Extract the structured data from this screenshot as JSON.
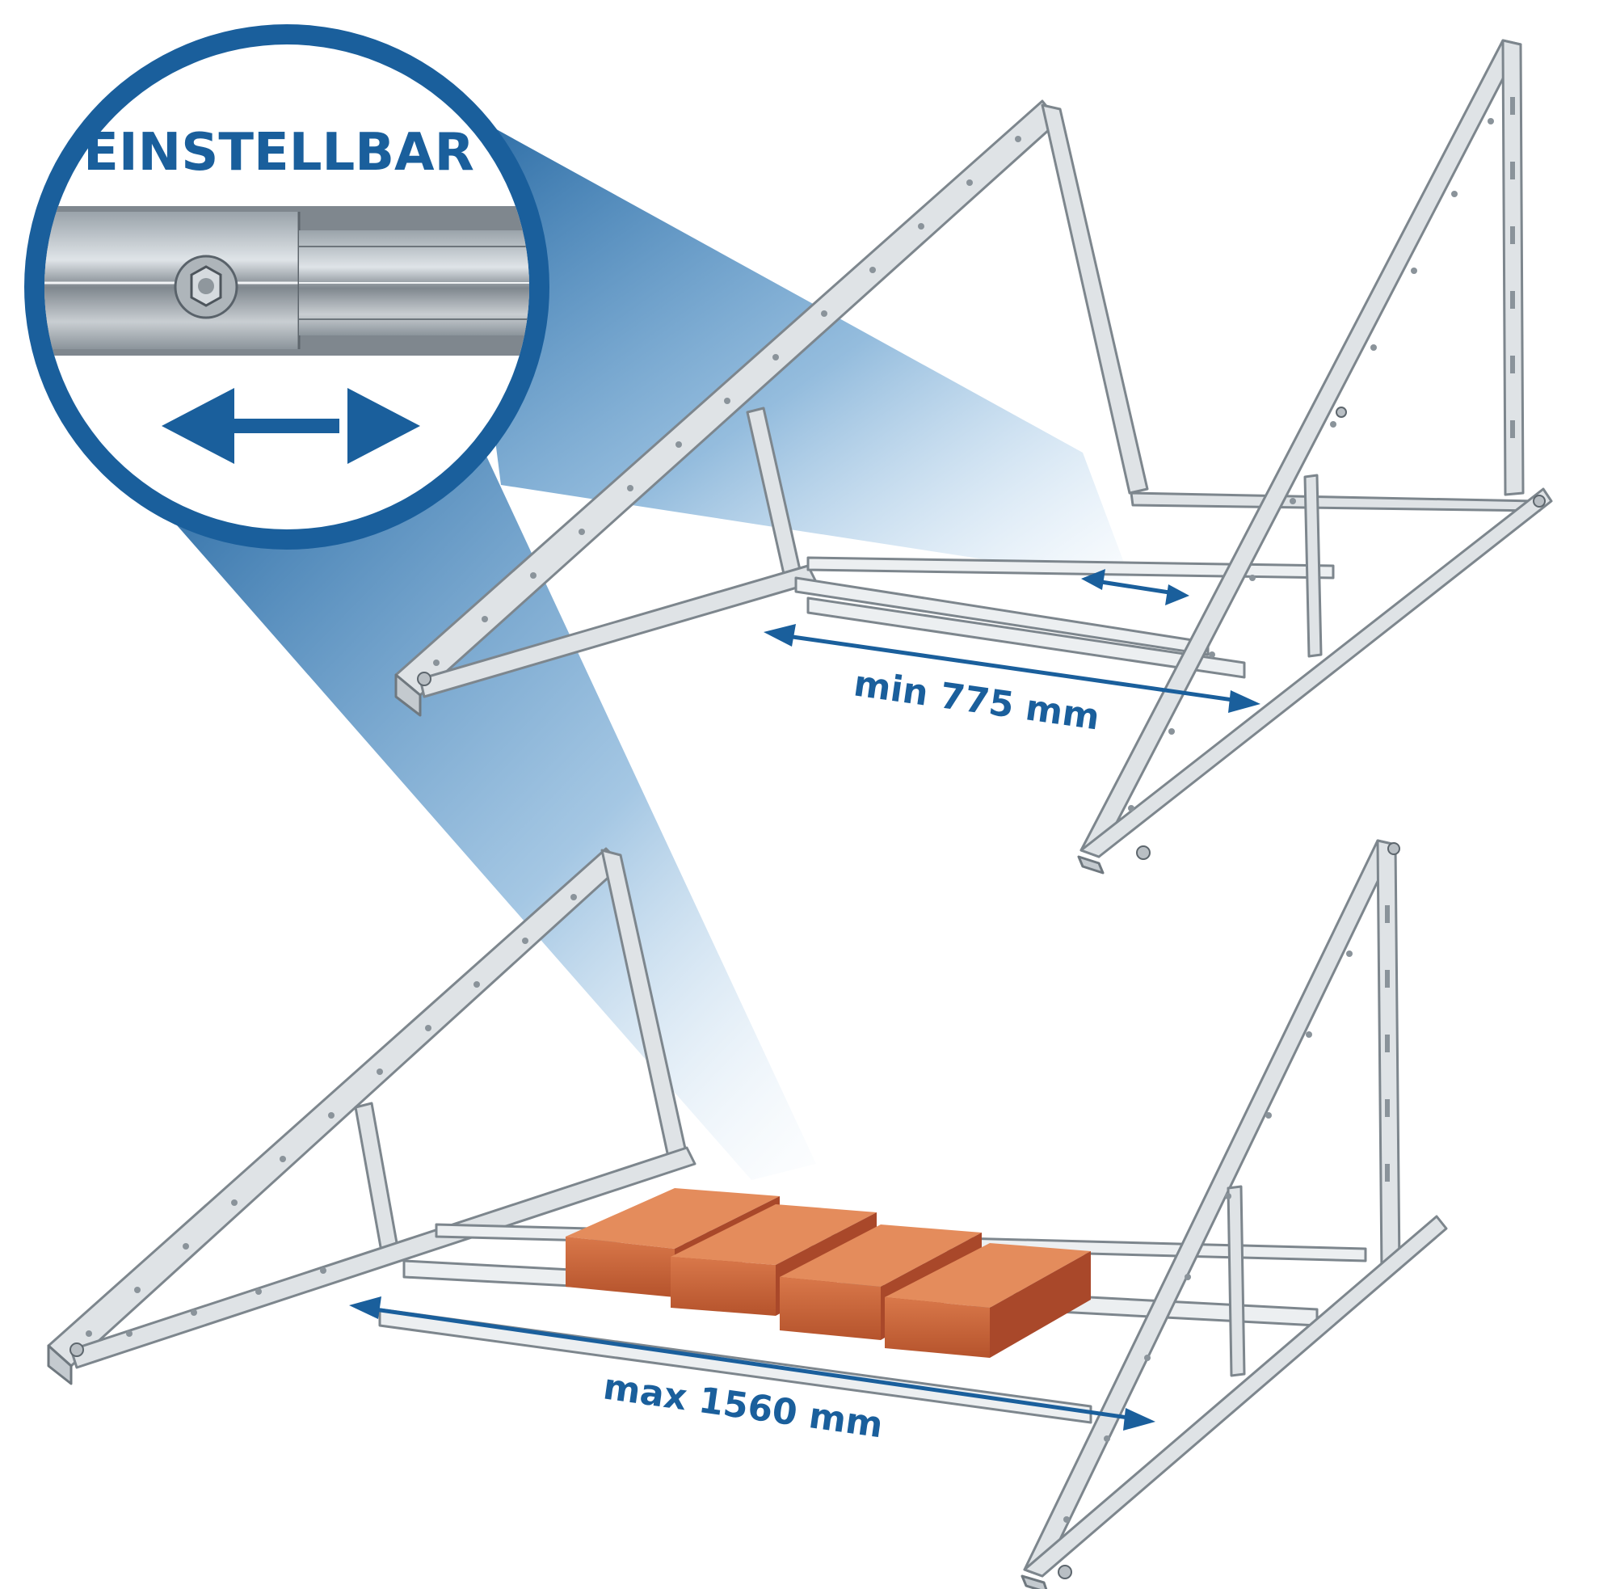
{
  "zoom_circle": {
    "heading": "EINSTELLBAR",
    "arrow_icon": "double-arrow-horizontal-icon"
  },
  "top_bracket": {
    "dimension_label": "min 775 mm"
  },
  "bottom_bracket": {
    "dimension_label": "max 1560 mm"
  },
  "colors": {
    "accent_blue": "#1a5f9c",
    "steel": "#dfe3e6",
    "brick": "#c8643a"
  }
}
